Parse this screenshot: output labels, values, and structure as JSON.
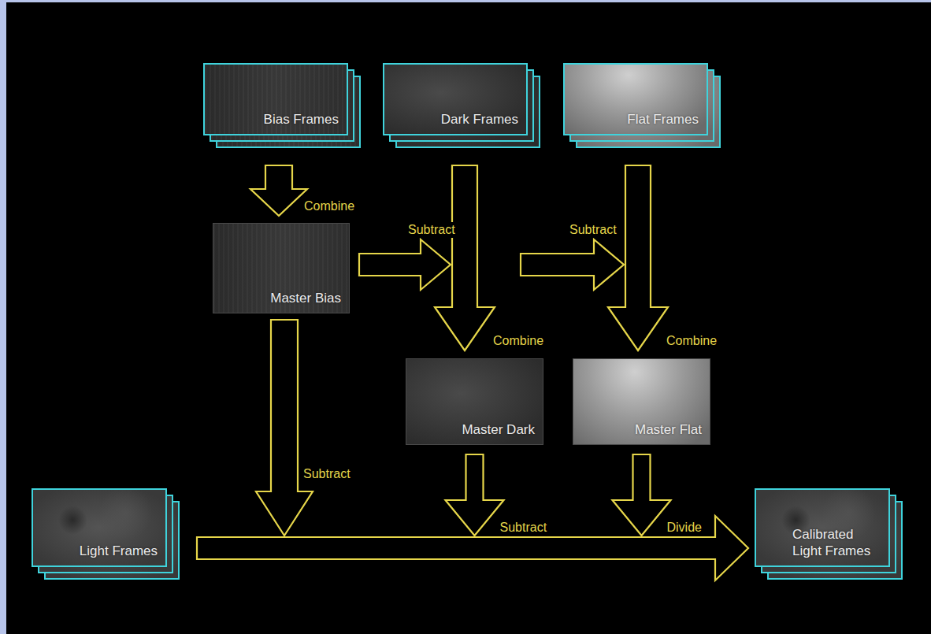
{
  "diagram": {
    "nodes": [
      {
        "text": [
          "Bias Frames"
        ]
      },
      {
        "text": [
          "Dark Frames"
        ]
      },
      {
        "text": [
          "Flat Frames"
        ]
      },
      {
        "text": [
          "Master Bias"
        ]
      },
      {
        "text": [
          "Master Dark"
        ]
      },
      {
        "text": [
          "Master Flat"
        ]
      },
      {
        "text": [
          "Light Frames"
        ]
      },
      {
        "text": [
          "Calibrated Light Frames"
        ]
      }
    ],
    "edges": [
      {
        "from": 0,
        "to": 3,
        "label": "Combine",
        "arrow": "to"
      },
      {
        "from": 3,
        "to": 4,
        "label": "Subtract",
        "arrow": "to"
      },
      {
        "from": 3,
        "to": 5,
        "label": "Subtract",
        "arrow": "to"
      },
      {
        "from": 1,
        "to": 4,
        "label": "Combine",
        "arrow": "to"
      },
      {
        "from": 2,
        "to": 5,
        "label": "Combine",
        "arrow": "to"
      },
      {
        "from": 3,
        "to": 7,
        "label": "Subtract",
        "arrow": "to"
      },
      {
        "from": 4,
        "to": 7,
        "label": "Subtract",
        "arrow": "to"
      },
      {
        "from": 5,
        "to": 7,
        "label": "Divide",
        "arrow": "to"
      },
      {
        "from": 6,
        "to": 7,
        "arrow": "to"
      }
    ]
  }
}
